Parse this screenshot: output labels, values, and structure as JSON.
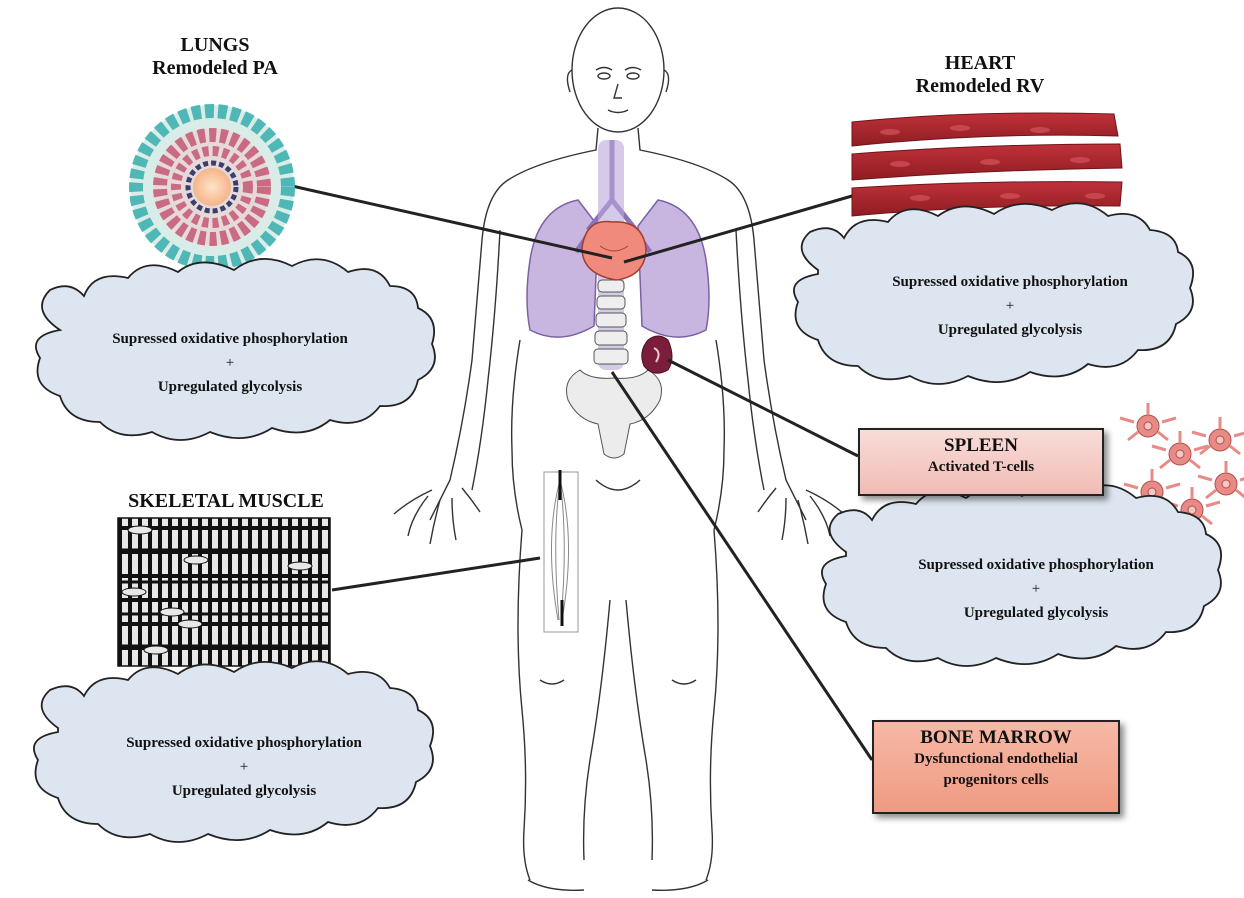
{
  "lungs": {
    "title": "LUNGS",
    "subtitle": "Remodeled PA"
  },
  "heart": {
    "title": "HEART",
    "subtitle": "Remodeled RV"
  },
  "skeletal": {
    "title": "SKELETAL MUSCLE"
  },
  "spleen": {
    "title": "SPLEEN",
    "subtitle": "Activated T-cells"
  },
  "bone_marrow": {
    "title": "BONE MARROW",
    "line1": "Dysfunctional endothelial",
    "line2": "progenitors cells"
  },
  "cloud": {
    "line1": "Supressed oxidative phosphorylation",
    "plus": "+",
    "line2": "Upregulated glycolysis"
  },
  "colors": {
    "cloud_fill": "#dde6f0",
    "spleen_box": "#f3c8c2",
    "marrow_box": "#f2a48e",
    "muscle_red": "#a8232a",
    "lung_purple": "#c8b6e0",
    "tcell": "#e88a86"
  }
}
